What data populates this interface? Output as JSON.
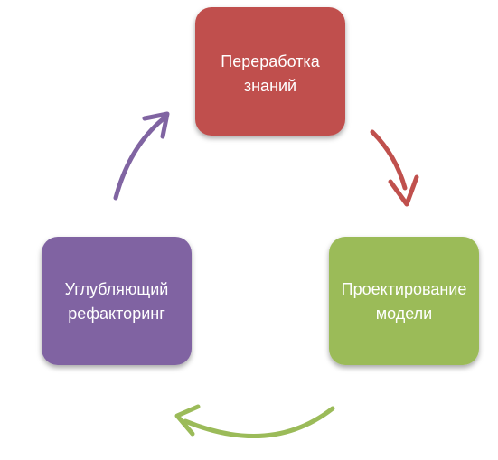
{
  "nodes": [
    {
      "id": "knowledge",
      "lines": [
        "Переработка",
        "знаний"
      ],
      "color": "#c0504d"
    },
    {
      "id": "design",
      "lines": [
        "Проектирование",
        "модели"
      ],
      "color": "#9bbb59"
    },
    {
      "id": "refactor",
      "lines": [
        "Углубляющий",
        "рефакторинг"
      ],
      "color": "#8064a2"
    }
  ],
  "arrows": [
    {
      "from": "knowledge",
      "to": "design",
      "color": "#c0504d"
    },
    {
      "from": "design",
      "to": "refactor",
      "color": "#9bbb59"
    },
    {
      "from": "refactor",
      "to": "knowledge",
      "color": "#8064a2"
    }
  ]
}
